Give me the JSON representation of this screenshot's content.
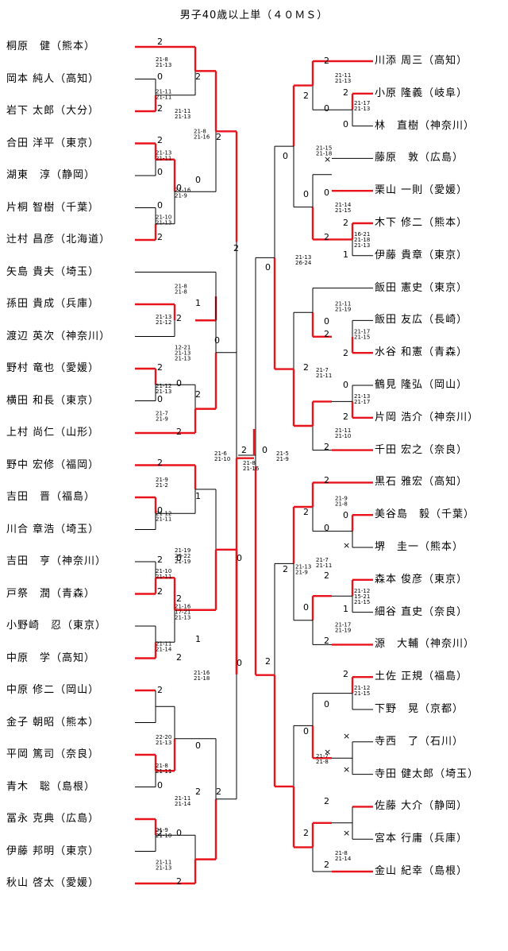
{
  "title": "男子40歳以上単（４０ＭＳ）",
  "left_players": [
    "桐原　健（熊本）",
    "岡本 純人（高知）",
    "岩下 太郎（大分）",
    "合田 洋平（東京）",
    "湖東　淳（静岡）",
    "片桐 智樹（千葉）",
    "辻村 昌彦（北海道）",
    "矢島 貴夫（埼玉）",
    "孫田 貴成（兵庫）",
    "渡辺 英次（神奈川）",
    "野村 竜也（愛媛）",
    "横田 和長（東京）",
    "上村 尚仁（山形）",
    "野中 宏修（福岡）",
    "吉田　晋（福島）",
    "川合 章浩（埼玉）",
    "吉田　亨（神奈川）",
    "戸祭　潤（青森）",
    "小野崎　忍（東京）",
    "中原　学（高知）",
    "中原 修二（岡山）",
    "金子 朝昭（熊本）",
    "平岡 篤司（奈良）",
    "青木　聡（島根）",
    "冨永 克典（広島）",
    "伊藤 邦明（東京）",
    "秋山 啓太（愛媛）"
  ],
  "right_players": [
    "川添 周三（高知）",
    "小原 隆義（岐阜）",
    "林　直樹（神奈川）",
    "藤原　敦（広島）",
    "栗山 一則（愛媛）",
    "木下 修二（熊本）",
    "伊藤 貴章（東京）",
    "飯田 憲史（東京）",
    "飯田 友広（長崎）",
    "水谷 和憲（青森）",
    "鶴見 隆弘（岡山）",
    "片岡 浩介（神奈川）",
    "千田 宏之（奈良）",
    "黒石 雅宏（高知）",
    "美谷島　毅（千葉）",
    "堺　圭一（熊本）",
    "森本 俊彦（東京）",
    "細谷 直史（奈良）",
    "源　大輔（神奈川）",
    "土佐 正規（福島）",
    "下野　晃（京都）",
    "寺西　了（石川）",
    "寺田 健太郎（埼玉）",
    "佐藤 大介（静岡）",
    "宮本 行庸（兵庫）",
    "金山 紀幸（島根）"
  ],
  "game_scores": [
    "21-8",
    "21-13",
    "21-11",
    "21-11",
    "21-13",
    "21-11",
    "21-11",
    "21-13",
    "21-16",
    "21-9",
    "21-10",
    "21-13",
    "21-8",
    "21-7",
    "21-16",
    "21-18",
    "21-13",
    "21-14",
    "12-21",
    "21-13",
    "21-12",
    "21-13",
    "21-12",
    "21-7",
    "21-9",
    "21-6",
    "21-10",
    "21-8",
    "21-16",
    "21-5",
    "21-9",
    "21-9",
    "21-2",
    "21-12",
    "21-11",
    "21-19",
    "20-22",
    "21-19",
    "21-10",
    "21-11",
    "21-16",
    "17-21",
    "21-13",
    "21-11",
    "21-14",
    "21-16",
    "21-18",
    "22-20",
    "21-13",
    "21-8",
    "21-11",
    "21-11",
    "21-14",
    "21-9",
    "21-10",
    "21-11",
    "21-13",
    "21-10",
    "21-11",
    "21-13",
    "21-17",
    "21-13",
    "21-15",
    "21-18",
    "21-14",
    "21-15",
    "16-21",
    "21-18",
    "21-13",
    "26-24",
    "21-11",
    "21-19",
    "21-17",
    "21-15",
    "21-7",
    "21-11",
    "21-13",
    "21-17",
    "21-11",
    "21-10",
    "21-9",
    "21-8",
    "21-7",
    "21-11",
    "21-12",
    "15-21",
    "21-15",
    "21-17",
    "21-19",
    "21-13",
    "21-9",
    "21-12",
    "21-15",
    "21-7",
    "21-8",
    "21-8",
    "21-14"
  ],
  "round_results": [
    "2",
    "0",
    "1",
    "×"
  ]
}
